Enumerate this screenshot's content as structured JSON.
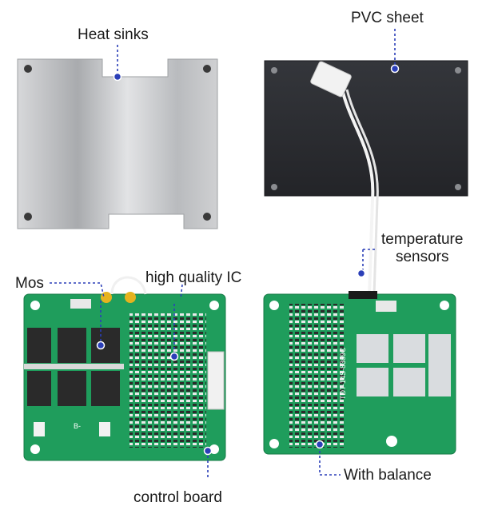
{
  "callouts": {
    "heat_sinks": "Heat sinks",
    "pvc_sheet": "PVC sheet",
    "temperature_sensors_line1": "temperature",
    "temperature_sensors_line2": "sensors",
    "mos": "Mos",
    "high_quality_ic": "high quality IC",
    "control_board": "control board",
    "with_balance": "With balance"
  },
  "board_markings": {
    "right_board_code": "TDT-14S-8369C",
    "left_board_b_minus": "B-"
  },
  "colors": {
    "accent_dot": "#2b3fb8",
    "pcb_green": "#1e9a5a",
    "pvc_black": "#2b2d31",
    "heatsink_silver": "#c9cacc",
    "leader_line": "#2b3fb8"
  }
}
